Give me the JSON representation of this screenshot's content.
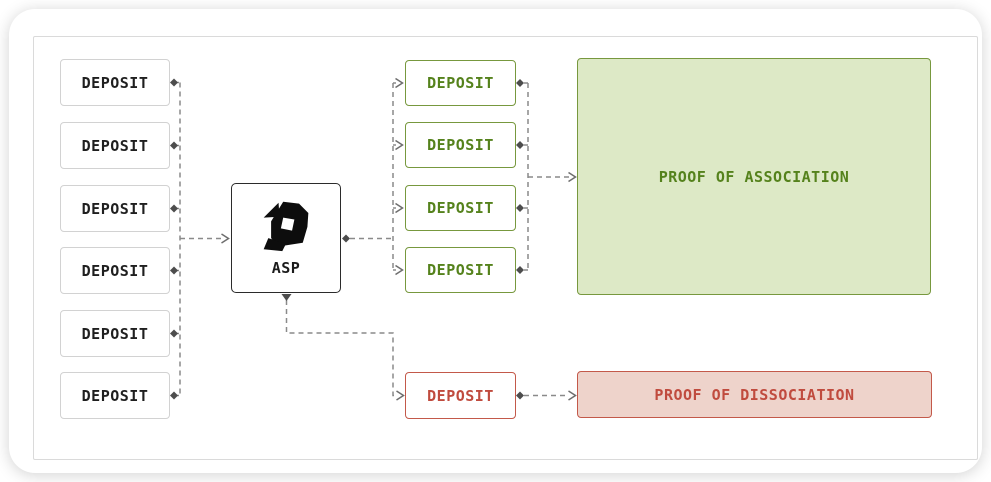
{
  "diagram": {
    "left_deposits": [
      {
        "label": "DEPOSIT"
      },
      {
        "label": "DEPOSIT"
      },
      {
        "label": "DEPOSIT"
      },
      {
        "label": "DEPOSIT"
      },
      {
        "label": "DEPOSIT"
      },
      {
        "label": "DEPOSIT"
      }
    ],
    "asp": {
      "label": "ASP",
      "logo_icon": "asp-logo-icon"
    },
    "associated_deposits": [
      {
        "label": "DEPOSIT"
      },
      {
        "label": "DEPOSIT"
      },
      {
        "label": "DEPOSIT"
      },
      {
        "label": "DEPOSIT"
      }
    ],
    "dissociated_deposit": {
      "label": "DEPOSIT"
    },
    "proof_of_association": {
      "label": "PROOF OF ASSOCIATION"
    },
    "proof_of_dissociation": {
      "label": "PROOF OF DISSOCIATION"
    },
    "colors": {
      "association_fill": "#dde9c6",
      "association_border": "#77983e",
      "association_text": "#55821c",
      "dissociation_fill": "#eed3cb",
      "dissociation_border": "#c3594a",
      "dissociation_text": "#c04b3e",
      "deposit_border": "#d2d2d2",
      "deposit_text": "#1f1f1f",
      "connector_line": "#8a8a8a",
      "connector_node": "#4d4d4d"
    }
  }
}
